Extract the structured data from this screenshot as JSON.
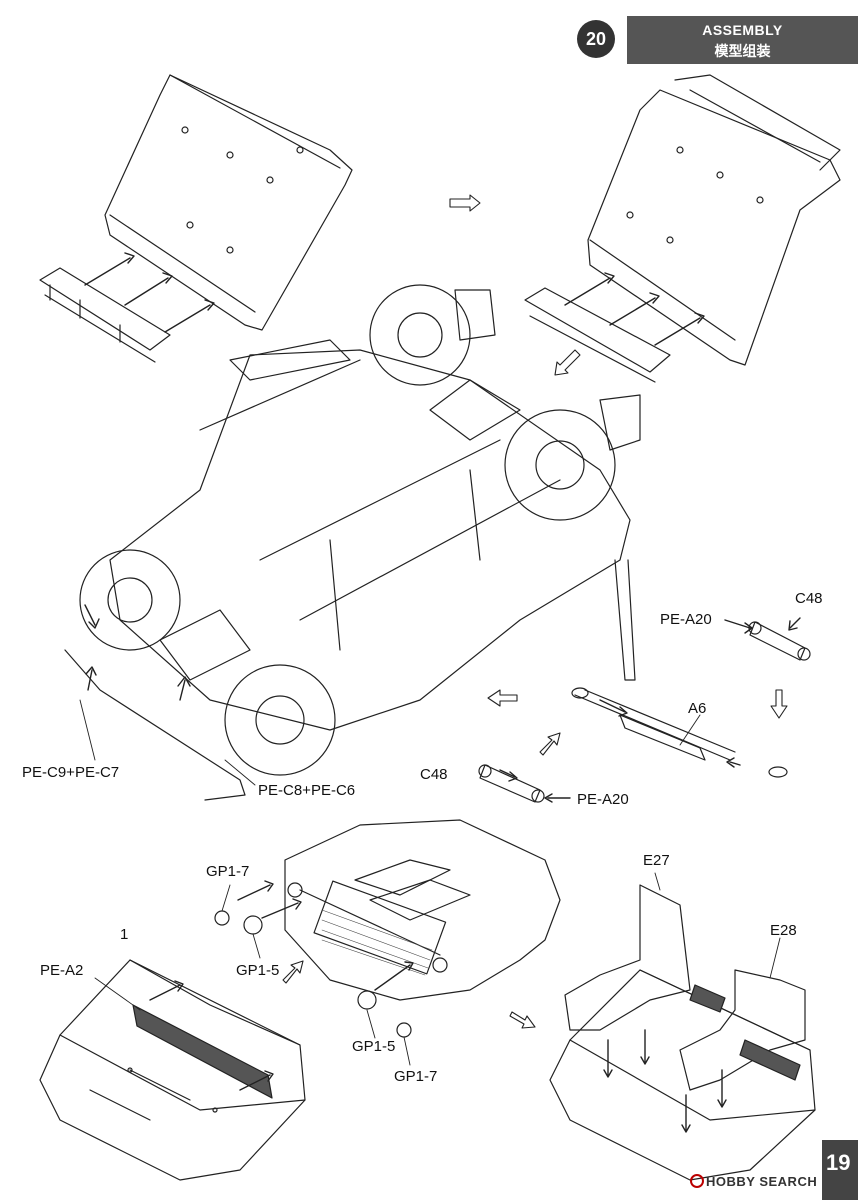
{
  "header": {
    "step": "20",
    "title_en": "ASSEMBLY",
    "title_cn": "模型组装"
  },
  "labels": {
    "c48_top": "C48",
    "pe_a20_top": "PE-A20",
    "a6": "A6",
    "c48_bottom": "C48",
    "pe_a20_bottom": "PE-A20",
    "pe_c9_c7": "PE-C9+PE-C7",
    "pe_c8_c6": "PE-C8+PE-C6",
    "gp1_7_top": "GP1-7",
    "gp1_5_top": "GP1-5",
    "one": "1",
    "pe_a2": "PE-A2",
    "gp1_5_bottom": "GP1-5",
    "gp1_7_bottom": "GP1-7",
    "e27": "E27",
    "e28": "E28"
  },
  "footer": {
    "page": "19",
    "watermark": "HOBBY SEARCH"
  }
}
